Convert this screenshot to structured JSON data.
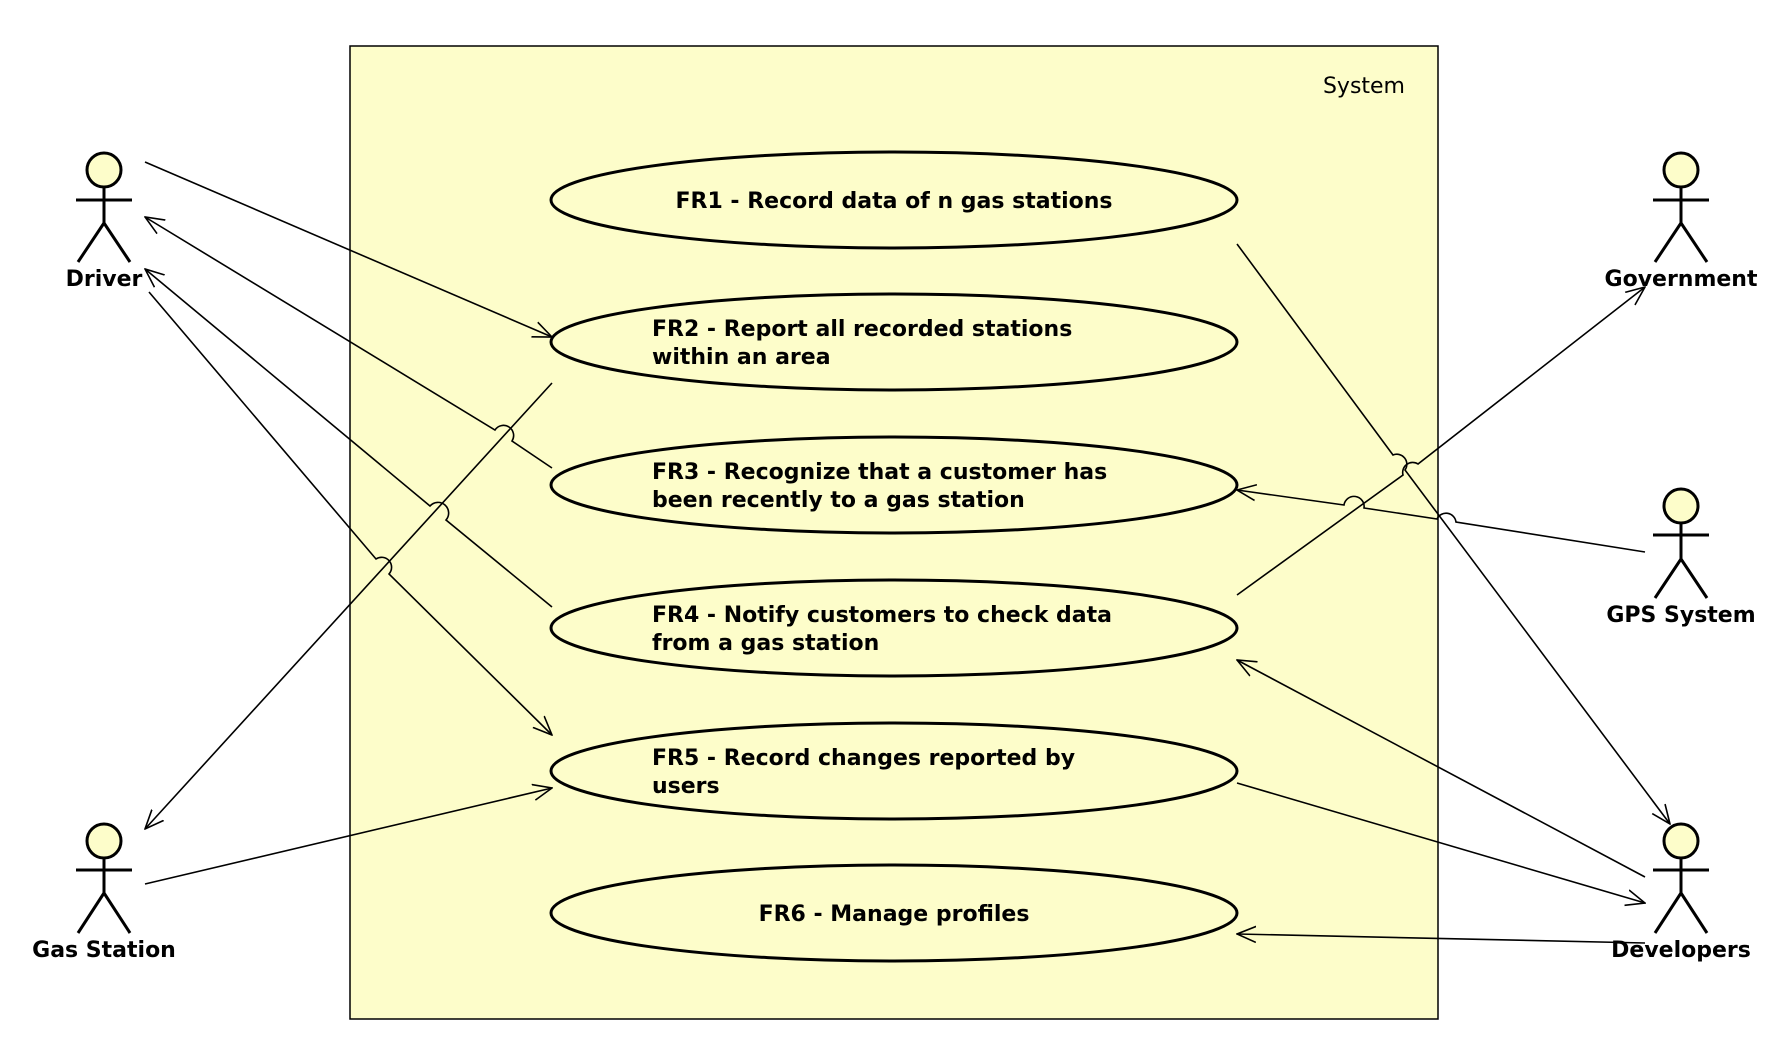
{
  "system": {
    "label": "System",
    "fill": "#fdfdca",
    "stroke": "#000000"
  },
  "actors": {
    "driver": "Driver",
    "gas_station": "Gas Station",
    "government": "Government",
    "gps": "GPS System",
    "developers": "Developers"
  },
  "use_cases": {
    "fr1": [
      "FR1 - Record data of n gas stations"
    ],
    "fr2": [
      "FR2 - Report all recorded stations",
      "within an area"
    ],
    "fr3": [
      "FR3 - Recognize that a customer has",
      "been recently to a gas station"
    ],
    "fr4": [
      "FR4 - Notify customers to check data",
      "from a gas station"
    ],
    "fr5": [
      "FR5 - Record changes reported by",
      "users"
    ],
    "fr6": [
      "FR6 - Manage profiles"
    ]
  },
  "relationships": [
    {
      "from": "driver",
      "to": "fr2",
      "arrow": "fr2"
    },
    {
      "from": "fr3",
      "to": "driver",
      "arrow": "driver"
    },
    {
      "from": "fr4",
      "to": "driver",
      "arrow": "driver"
    },
    {
      "from": "driver",
      "to": "fr5",
      "arrow": "fr5"
    },
    {
      "from": "fr2",
      "to": "gas_station",
      "arrow": "gas_station"
    },
    {
      "from": "gas_station",
      "to": "fr5",
      "arrow": "fr5"
    },
    {
      "from": "fr1",
      "to": "developers",
      "arrow": "developers"
    },
    {
      "from": "fr4",
      "to": "government",
      "arrow": "government"
    },
    {
      "from": "gps",
      "to": "fr3",
      "arrow": "fr3"
    },
    {
      "from": "developers",
      "to": "fr4",
      "arrow": "fr4"
    },
    {
      "from": "fr5",
      "to": "developers",
      "arrow": "developers"
    },
    {
      "from": "developers",
      "to": "fr6",
      "arrow": "fr6"
    }
  ]
}
